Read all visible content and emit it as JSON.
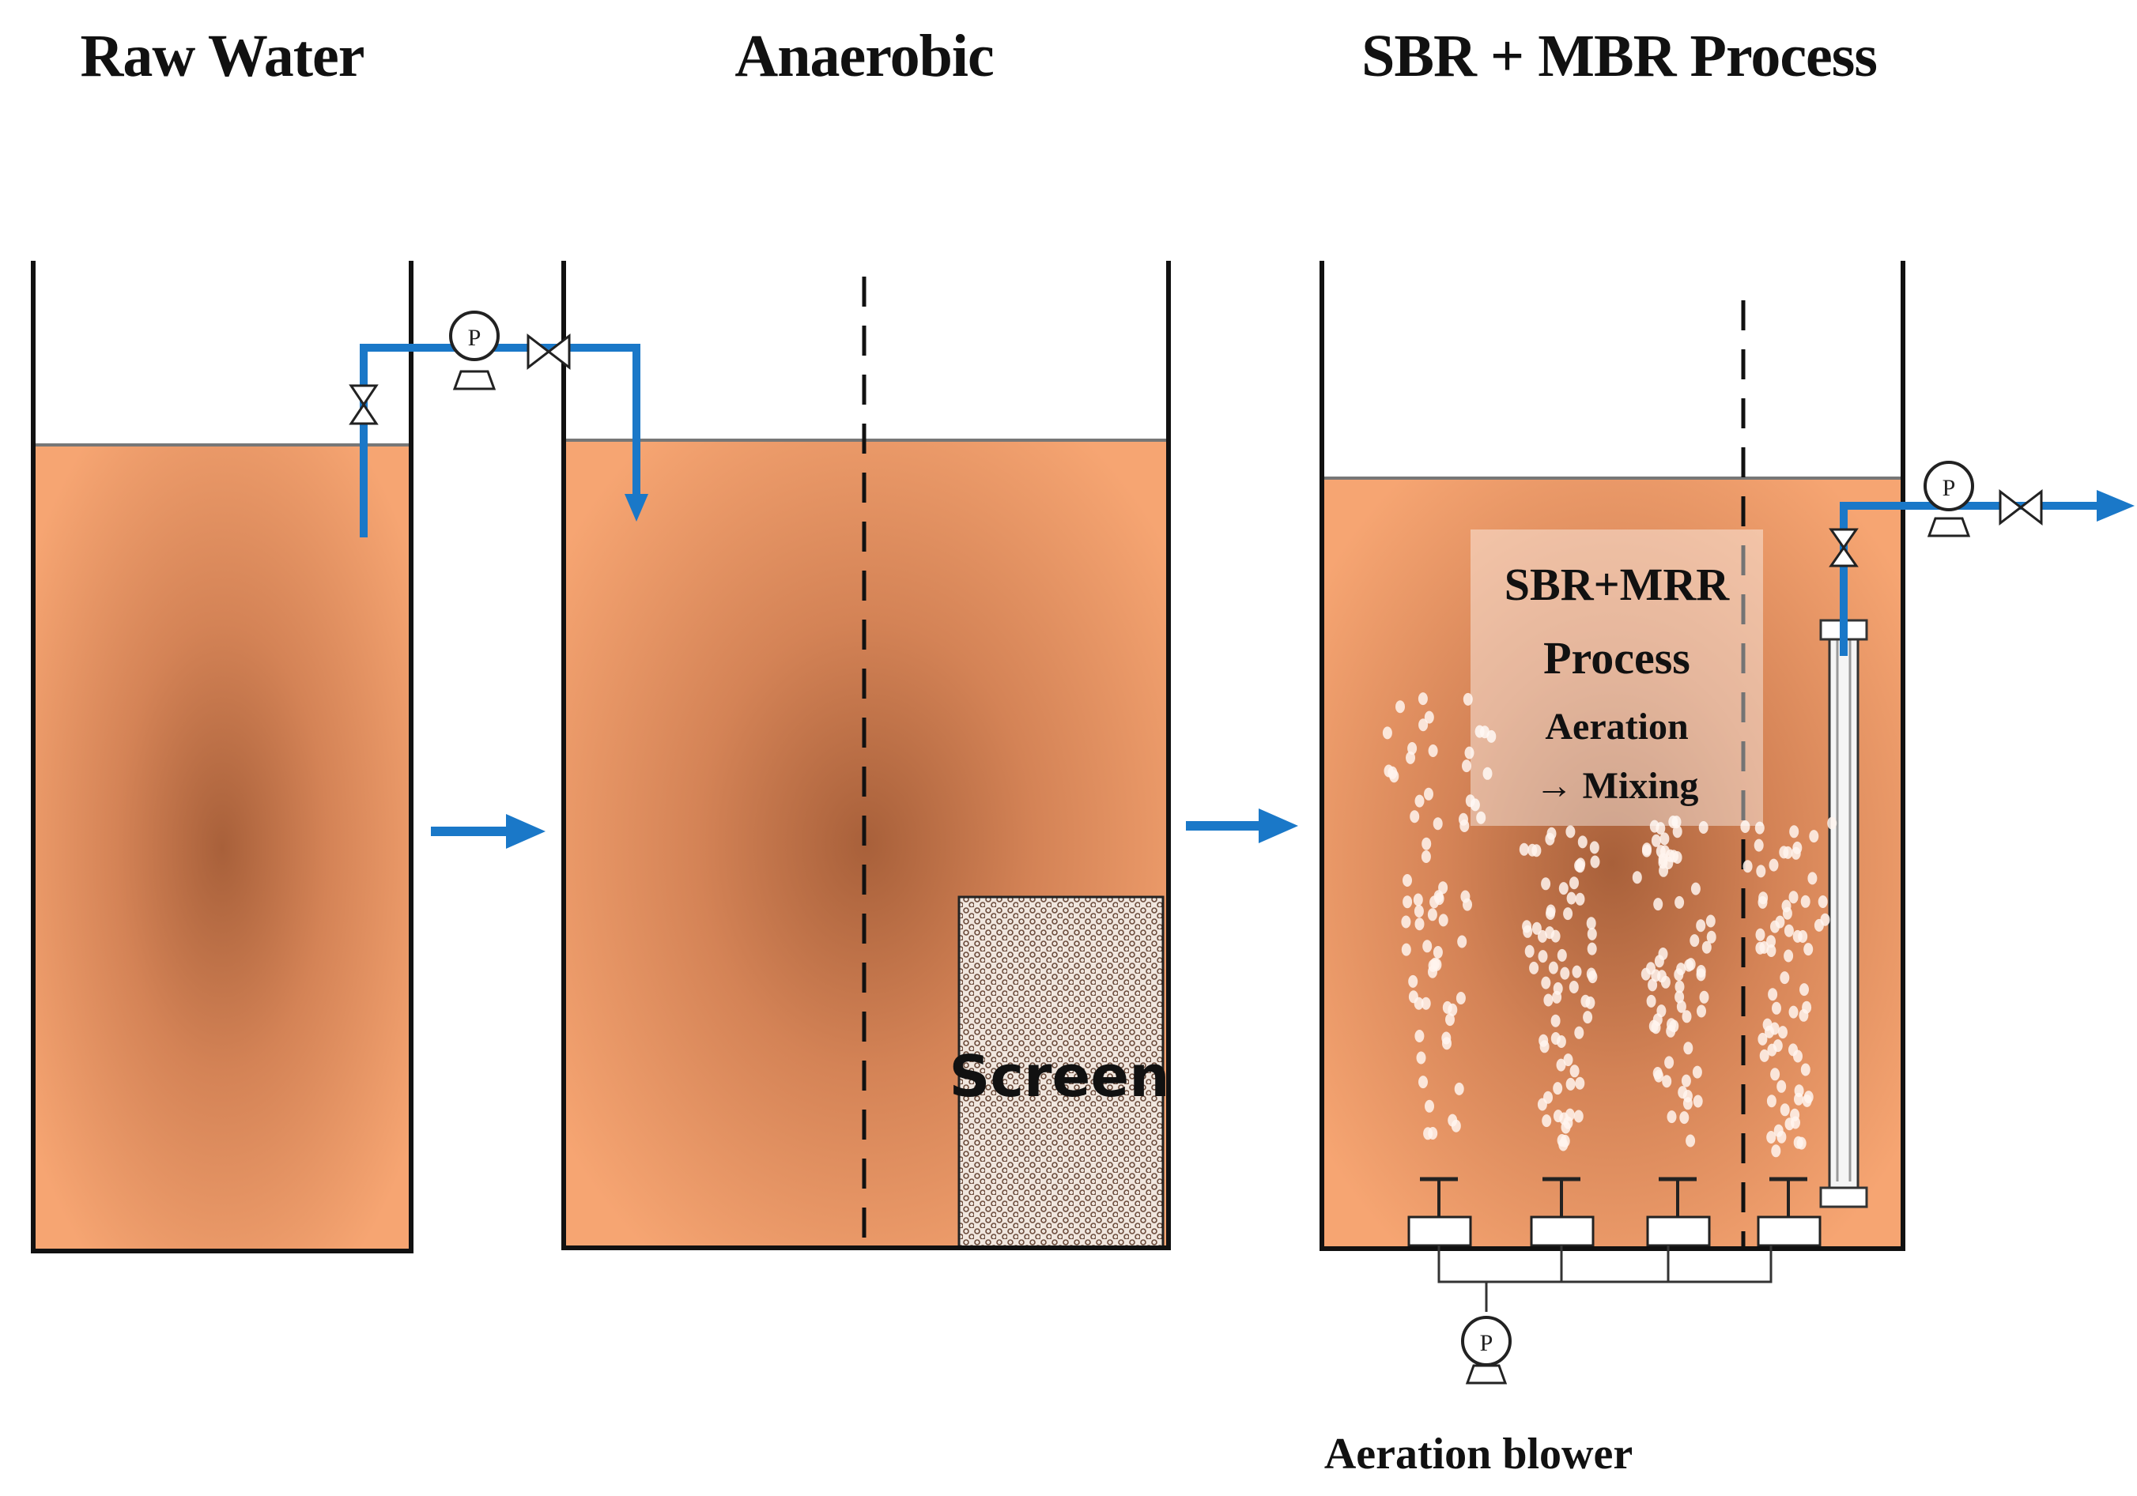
{
  "headings": {
    "raw_water": "Raw Water",
    "anaerobic": "Anaerobic",
    "sbr_mbr": "SBR + MBR Process"
  },
  "process_box": {
    "line1": "SBR+MRR",
    "line2": "Process",
    "line3": "Aeration",
    "line4": "→ Mixing"
  },
  "screen_label": "Screen",
  "pump_symbol": "P",
  "blower_label": "Aeration blower",
  "colors": {
    "water_edge": "#f0a070",
    "water_center": "#a86038",
    "flow_blue": "#1a78c8",
    "tank_outline": "#111111"
  }
}
